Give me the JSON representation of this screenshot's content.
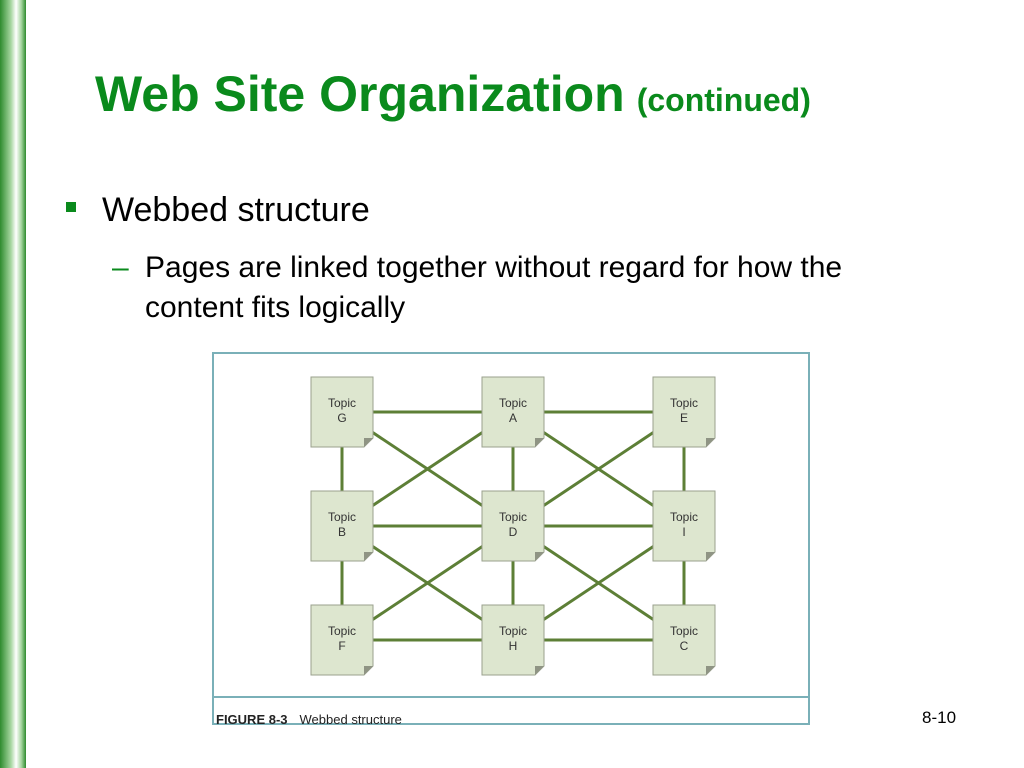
{
  "slide": {
    "title_main": "Web Site Organization",
    "title_suffix": "(continued)",
    "bullet": "Webbed structure",
    "sub_bullet_dash": "–",
    "sub_bullet": "Pages are linked together without regard for how the content fits logically",
    "slide_number": "8-10"
  },
  "figure": {
    "number": "FIGURE 8-3",
    "caption": "Webbed structure",
    "line_color": "#5d7f36",
    "node_fill": "#dde6cf",
    "node_stroke": "#9aa08e",
    "nodes": [
      {
        "id": "G",
        "label": "Topic",
        "letter": "G",
        "row": 0,
        "col": 0
      },
      {
        "id": "A",
        "label": "Topic",
        "letter": "A",
        "row": 0,
        "col": 1
      },
      {
        "id": "E",
        "label": "Topic",
        "letter": "E",
        "row": 0,
        "col": 2
      },
      {
        "id": "B",
        "label": "Topic",
        "letter": "B",
        "row": 1,
        "col": 0
      },
      {
        "id": "D",
        "label": "Topic",
        "letter": "D",
        "row": 1,
        "col": 1
      },
      {
        "id": "I",
        "label": "Topic",
        "letter": "I",
        "row": 1,
        "col": 2
      },
      {
        "id": "F",
        "label": "Topic",
        "letter": "F",
        "row": 2,
        "col": 0
      },
      {
        "id": "H",
        "label": "Topic",
        "letter": "H",
        "row": 2,
        "col": 1
      },
      {
        "id": "C",
        "label": "Topic",
        "letter": "C",
        "row": 2,
        "col": 2
      }
    ],
    "edges": [
      [
        "G",
        "A"
      ],
      [
        "A",
        "E"
      ],
      [
        "B",
        "D"
      ],
      [
        "D",
        "I"
      ],
      [
        "F",
        "H"
      ],
      [
        "H",
        "C"
      ],
      [
        "G",
        "B"
      ],
      [
        "B",
        "F"
      ],
      [
        "A",
        "D"
      ],
      [
        "D",
        "H"
      ],
      [
        "E",
        "I"
      ],
      [
        "I",
        "C"
      ],
      [
        "G",
        "D"
      ],
      [
        "B",
        "A"
      ],
      [
        "A",
        "I"
      ],
      [
        "D",
        "E"
      ],
      [
        "B",
        "H"
      ],
      [
        "F",
        "D"
      ],
      [
        "D",
        "C"
      ],
      [
        "H",
        "I"
      ]
    ]
  }
}
